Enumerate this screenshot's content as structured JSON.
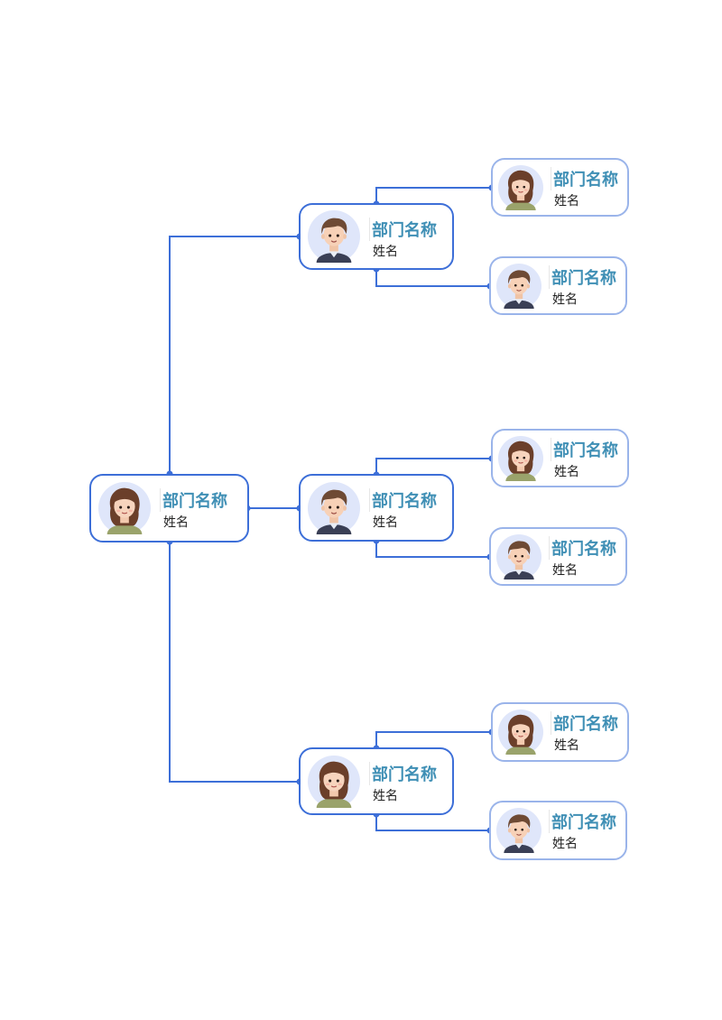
{
  "colors": {
    "connector": "#3d6fd8",
    "node_border_primary": "#3d6fd8",
    "node_border_secondary": "#9ab4ea",
    "dept_text": "#3f8fb5",
    "avatar_bg": "#dfe6fa"
  },
  "org": {
    "root": {
      "dept": "部门名称",
      "name": "姓名",
      "avatar": "female-avatar-icon"
    },
    "branches": [
      {
        "dept": "部门名称",
        "name": "姓名",
        "avatar": "male-avatar-icon",
        "children": [
          {
            "dept": "部门名称",
            "name": "姓名",
            "avatar": "female-avatar-icon"
          },
          {
            "dept": "部门名称",
            "name": "姓名",
            "avatar": "male-avatar-icon"
          }
        ]
      },
      {
        "dept": "部门名称",
        "name": "姓名",
        "avatar": "male-avatar-icon",
        "children": [
          {
            "dept": "部门名称",
            "name": "姓名",
            "avatar": "female-avatar-icon"
          },
          {
            "dept": "部门名称",
            "name": "姓名",
            "avatar": "male-avatar-icon"
          }
        ]
      },
      {
        "dept": "部门名称",
        "name": "姓名",
        "avatar": "female-avatar-icon",
        "children": [
          {
            "dept": "部门名称",
            "name": "姓名",
            "avatar": "female-avatar-icon"
          },
          {
            "dept": "部门名称",
            "name": "姓名",
            "avatar": "male-avatar-icon"
          }
        ]
      }
    ]
  }
}
